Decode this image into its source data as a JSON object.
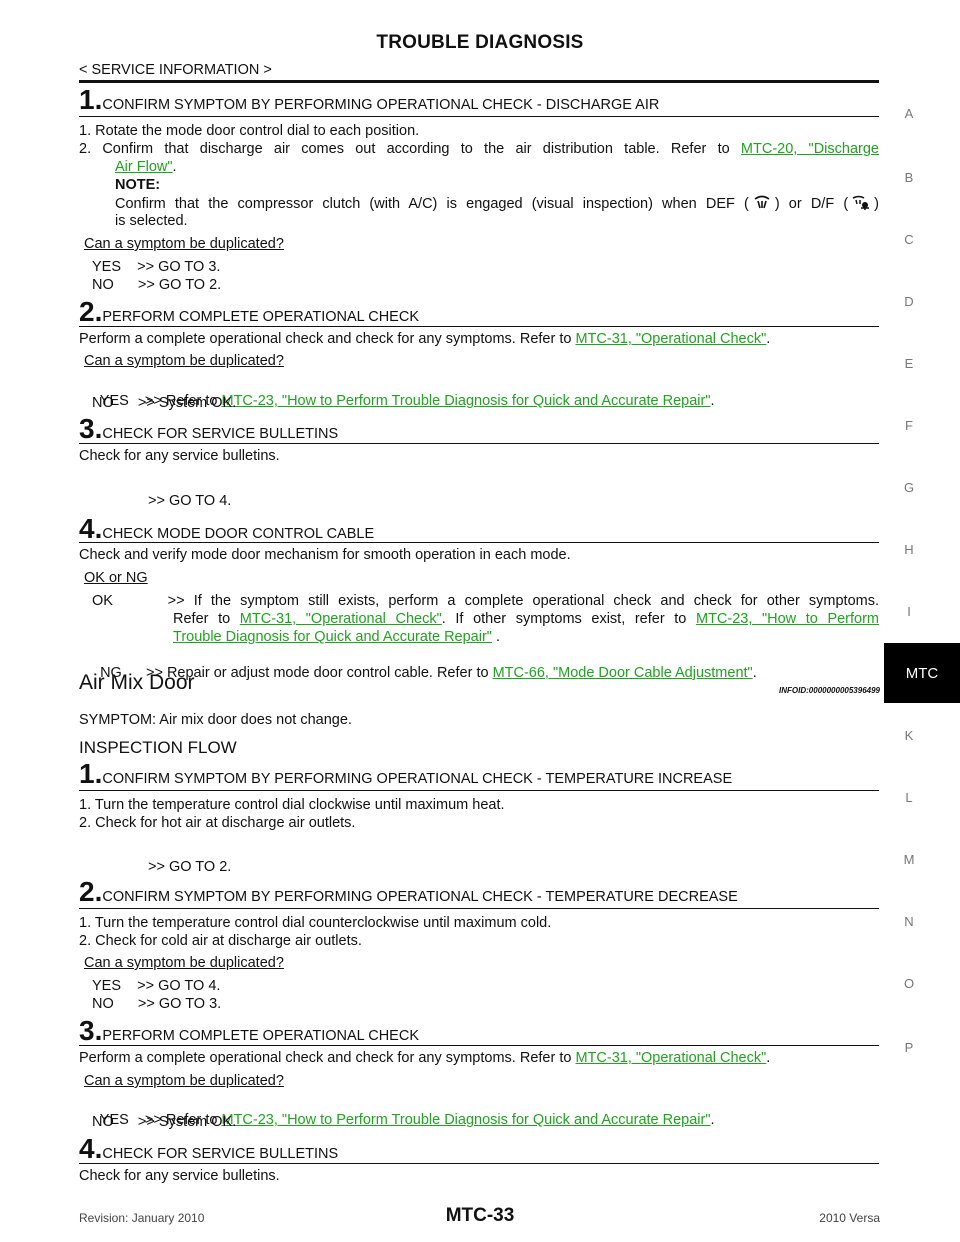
{
  "header": {
    "title": "TROUBLE DIAGNOSIS",
    "subtitle": "< SERVICE INFORMATION >"
  },
  "side_index": {
    "letters": [
      "A",
      "B",
      "C",
      "D",
      "E",
      "F",
      "G",
      "H",
      "I",
      "MTC",
      "K",
      "L",
      "M",
      "N",
      "O",
      "P"
    ],
    "active": "MTC"
  },
  "part1": {
    "s1": {
      "num": "1.",
      "head": "CONFIRM SYMPTOM BY PERFORMING OPERATIONAL CHECK - DISCHARGE AIR",
      "l1": "1.  Rotate the mode door control dial to each position.",
      "l2a": "2.  Confirm that discharge air comes out according to the air distribution table. Refer to ",
      "l2link_a": "MTC-20, \"Discharge",
      "l2link_b": "Air Flow\"",
      "l2end": ".",
      "note_label": "NOTE:",
      "note_a": "Confirm that the compressor clutch (with A/C) is engaged (visual inspection) when DEF (",
      "note_b": ") or D/F (",
      "note_c": ")",
      "note_d": "is selected.",
      "def_icon": "def-mode-icon",
      "df_icon": "d-f-mode-icon",
      "question": "Can a symptom be duplicated?",
      "yes": "YES    >> GO TO 3.",
      "no": "NO      >> GO TO 2."
    },
    "s2": {
      "num": "2.",
      "head": "PERFORM COMPLETE OPERATIONAL CHECK",
      "body": "Perform a complete operational check and check for any symptoms. Refer to ",
      "link": "MTC-31, \"Operational Check\"",
      "end": ".",
      "question": "Can a symptom be duplicated?",
      "yes_pre": "YES    >> Refer to ",
      "yes_link": "MTC-23, \"How to Perform Trouble Diagnosis for Quick and Accurate Repair\"",
      "yes_end": ".",
      "no": "NO      >> System OK."
    },
    "s3": {
      "num": "3.",
      "head": "CHECK FOR SERVICE BULLETINS",
      "body": "Check for any service bulletins.",
      "go": ">> GO TO 4."
    },
    "s4": {
      "num": "4.",
      "head": "CHECK MODE DOOR CONTROL CABLE",
      "body": "Check and verify mode door mechanism for smooth operation in each mode.",
      "question": "OK or NG",
      "ok_a": "OK      >> If the symptom still exists, perform a complete operational check and check for other symptoms.",
      "ok_b_pre": "Refer to ",
      "ok_b_link": "MTC-31, \"Operational Check\"",
      "ok_b_mid": ". If other symptoms exist, refer to ",
      "ok_b_link2": "MTC-23, \"How to Perform",
      "ok_c_link": "Trouble Diagnosis for Quick and Accurate Repair\"",
      "ok_c_end": " .",
      "ng_pre": "NG      >> Repair or adjust mode door control cable. Refer to ",
      "ng_link": "MTC-66, \"Mode Door Cable Adjustment\"",
      "ng_end": "."
    }
  },
  "section": {
    "title": "Air Mix Door",
    "infoid": "INFOID:0000000005396499",
    "symptom": "SYMPTOM: Air mix door does not change.",
    "flow_title": "INSPECTION FLOW"
  },
  "part2": {
    "s1": {
      "num": "1.",
      "head": "CONFIRM SYMPTOM BY PERFORMING OPERATIONAL CHECK - TEMPERATURE INCREASE",
      "l1": "1.  Turn the temperature control dial clockwise until maximum heat.",
      "l2": "2.  Check for hot air at discharge air outlets.",
      "go": ">> GO TO 2."
    },
    "s2": {
      "num": "2.",
      "head": "CONFIRM SYMPTOM BY PERFORMING OPERATIONAL CHECK - TEMPERATURE DECREASE",
      "l1": "1.  Turn the temperature control dial counterclockwise until maximum cold.",
      "l2": "2.  Check for cold air at discharge air outlets.",
      "question": "Can a symptom be duplicated?",
      "yes": "YES    >> GO TO 4.",
      "no": "NO      >> GO TO 3."
    },
    "s3": {
      "num": "3.",
      "head": "PERFORM COMPLETE OPERATIONAL CHECK",
      "body": "Perform a complete operational check and check for any symptoms. Refer to ",
      "link": "MTC-31, \"Operational Check\"",
      "end": ".",
      "question": "Can a symptom be duplicated?",
      "yes_pre": "YES    >> Refer to ",
      "yes_link": "MTC-23, \"How to Perform Trouble Diagnosis for Quick and Accurate Repair\"",
      "yes_end": ".",
      "no": "NO      >> System OK."
    },
    "s4": {
      "num": "4.",
      "head": "CHECK FOR SERVICE BULLETINS",
      "body": "Check for any service bulletins."
    }
  },
  "footer": {
    "revision": "Revision: January 2010",
    "page": "MTC-33",
    "model": "2010 Versa"
  },
  "colors": {
    "link": "#21a321",
    "tab_bg": "#000000"
  }
}
